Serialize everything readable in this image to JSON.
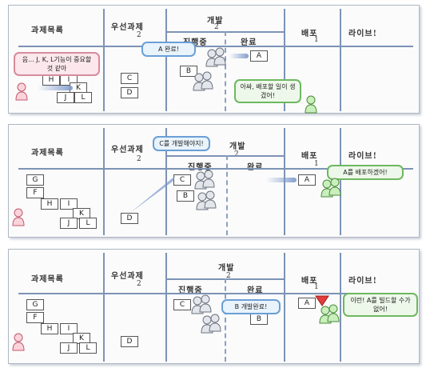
{
  "columns": {
    "backlog": "과제목록",
    "priority": "우선과제",
    "priority_num": "2",
    "dev": "개발",
    "dev_num": "2",
    "in_progress": "진행중",
    "done": "완료",
    "deploy": "배포",
    "deploy_num": "1",
    "live": "라이브!"
  },
  "panel1": {
    "cards": [
      "H",
      "I",
      "K",
      "J",
      "L",
      "C",
      "D",
      "B",
      "A"
    ],
    "bubble_pm": "음... J, K, L기능이 중요할 것 같아",
    "bubble_dev": "A 완료!",
    "bubble_ops": "아싸, 배포할 일이 생겼어!"
  },
  "panel2": {
    "cards": [
      "G",
      "F",
      "H",
      "I",
      "K",
      "J",
      "L",
      "D",
      "C",
      "B",
      "A"
    ],
    "bubble_dev": "C를 개발해야지!",
    "bubble_ops": "A를 배포하겠어!"
  },
  "panel3": {
    "cards": [
      "G",
      "F",
      "H",
      "I",
      "K",
      "J",
      "L",
      "D",
      "C",
      "B",
      "A"
    ],
    "bubble_dev": "B 개발완료!",
    "bubble_ops": "이런! A를 빌드할 수가 없어!"
  },
  "colors": {
    "grid": "#7d93b5",
    "bubble_blue": "#6a9fd6",
    "bubble_green": "#6db860",
    "bubble_pink": "#d98a9c",
    "person_green": "#8fd27c",
    "person_red": "#f2a7b3",
    "person_gray": "#d9dde3"
  }
}
